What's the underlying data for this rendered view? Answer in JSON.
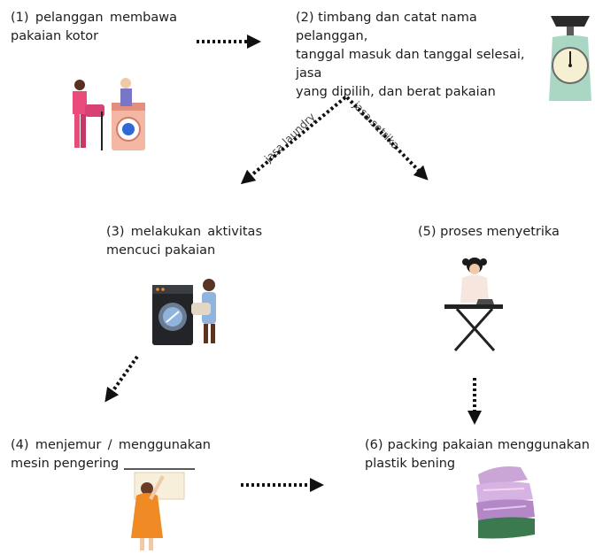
{
  "steps": {
    "s1": {
      "line1": "(1) pelanggan membawa",
      "line2": "pakaian kotor"
    },
    "s2": {
      "line1": "(2) timbang dan catat nama pelanggan,",
      "line2": "tanggal masuk dan tanggal selesai, jasa",
      "line3": "yang dipilih, dan berat pakaian"
    },
    "s3": {
      "line1": "(3) melakukan aktivitas",
      "line2": "mencuci pakaian"
    },
    "s4": {
      "line1": "(4) menjemur / menggunakan",
      "line2": "mesin pengering"
    },
    "s5": {
      "line1": "(5) proses menyetrika"
    },
    "s6": {
      "line1": "(6) packing pakaian menggunakan",
      "line2": "plastik bening"
    }
  },
  "branches": {
    "left": "jasa laundry",
    "right": "jasa setrika"
  },
  "colors": {
    "accent_pink": "#e94b7b",
    "accent_orange": "#f08a24",
    "arrow": "#111111"
  },
  "icons": [
    "laundry-people-icon",
    "weighing-scale-icon",
    "washing-machine-icon",
    "ironing-icon",
    "drying-clothes-icon",
    "folded-clothes-icon"
  ]
}
